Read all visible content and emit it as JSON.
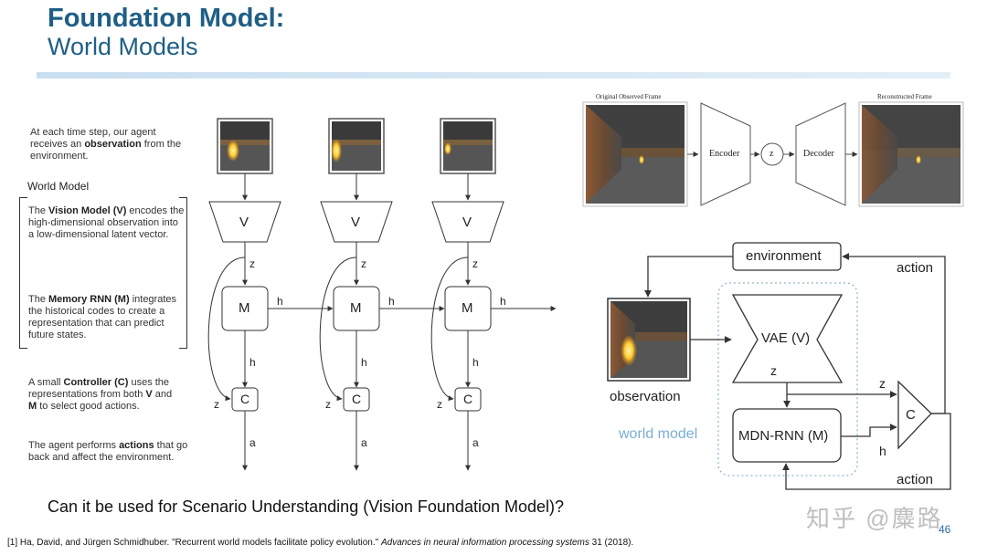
{
  "title": {
    "line1": "Foundation Model:",
    "line2": "World Models"
  },
  "left_text": {
    "p1_pre": "At each time step, our agent receives an ",
    "p1_bold": "observation",
    "p1_post": " from the environment.",
    "heading": "World Model",
    "p2_pre": "The ",
    "p2_bold": "Vision Model (V)",
    "p2_post": " encodes the high-dimensional observation into a low-dimensional latent vector.",
    "p3_pre": "The ",
    "p3_bold": "Memory RNN (M)",
    "p3_post": " integrates the historical codes to create a representation that can predict future states.",
    "p4_pre": "A small ",
    "p4_bold": "Controller (C)",
    "p4_post": " uses the representations from both ",
    "p4_bold2": "V",
    "p4_mid": " and ",
    "p4_bold3": "M",
    "p4_end": " to select good actions.",
    "p5_pre": "The agent performs ",
    "p5_bold": "actions",
    "p5_post": " that go back and affect the environment."
  },
  "unrolled": {
    "v_label": "V",
    "m_label": "M",
    "c_label": "C",
    "z_label": "z",
    "h_label": "h",
    "a_label": "a"
  },
  "vae_figure": {
    "left_caption": "Original Observed Frame",
    "right_caption": "Reconstructed Frame",
    "encoder": "Encoder",
    "z": "z",
    "decoder": "Decoder"
  },
  "loop_figure": {
    "environment": "environment",
    "action_top": "action",
    "observation": "observation",
    "vae": "VAE (V)",
    "z_vae": "z",
    "z_c": "z",
    "mdn": "MDN-RNN (M)",
    "c": "C",
    "h": "h",
    "world_model": "world model",
    "action_bottom": "action"
  },
  "question": "Can it be used for Scenario Understanding (Vision Foundation Model)?",
  "footnote_pre": "[1] Ha, David, and Jürgen Schmidhuber. \"Recurrent world models facilitate policy evolution.\" ",
  "footnote_italic": "Advances in neural information processing systems",
  "footnote_post": " 31 (2018).",
  "page_number": "46",
  "watermark": "知乎 @麋路",
  "colors": {
    "title": "#1f5f86",
    "world_model_label": "#7aaed6",
    "dotted_box": "#8fb7cf"
  }
}
